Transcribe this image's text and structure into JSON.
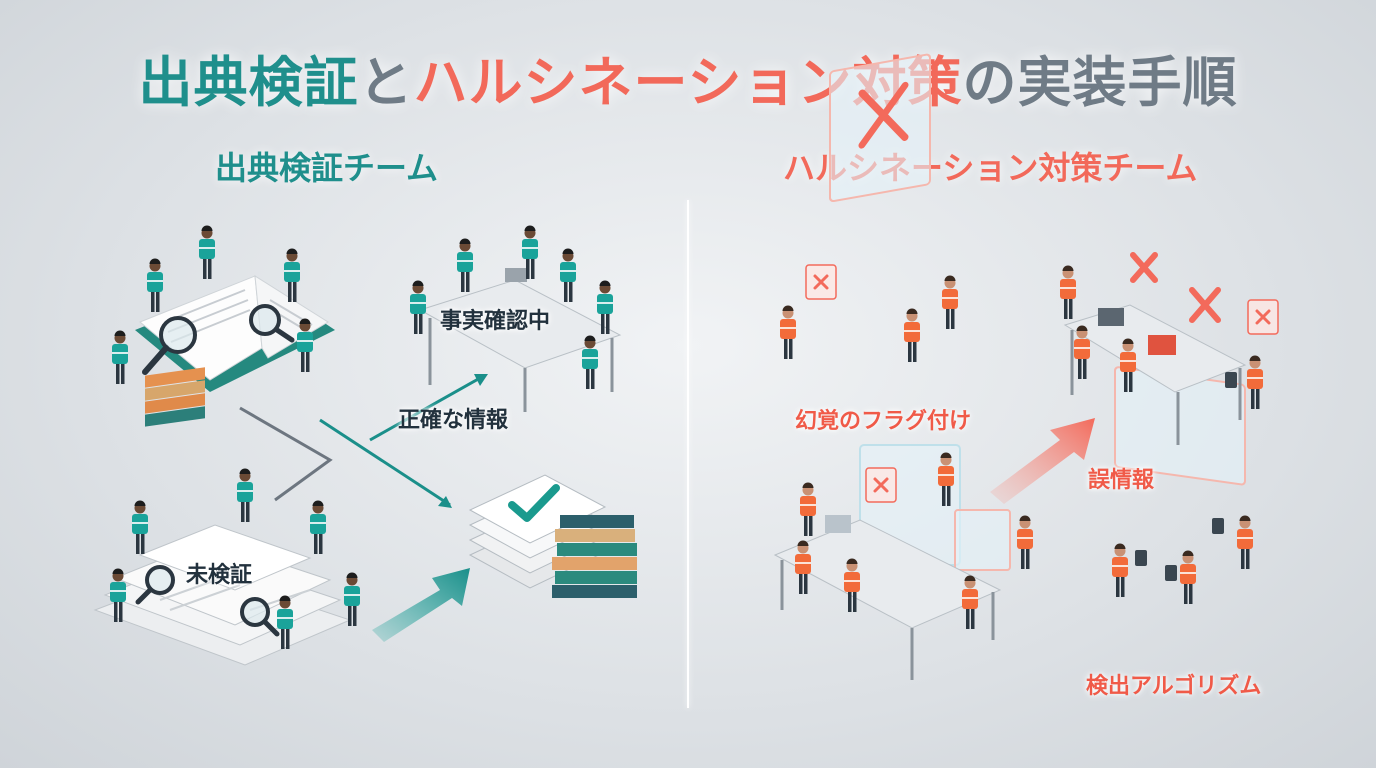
{
  "title": {
    "part1": "出典検証",
    "part2": "と",
    "part3": "ハルシネーション対策",
    "part4": "の実装手順"
  },
  "left_team": {
    "heading": "出典検証チーム",
    "labels": {
      "fact_check": "事実確認中",
      "accurate": "正確な情報",
      "unverified": "未検証"
    }
  },
  "right_team": {
    "heading": "ハルシネーション対策チーム",
    "labels": {
      "flagging": "幻覚のフラグ付け",
      "misinfo": "誤情報",
      "algorithm": "検出アルゴリズム"
    }
  },
  "colors": {
    "teal": "#1f8f8c",
    "coral": "#f2695a",
    "vest_teal": "#1aa39a",
    "vest_orange": "#f26b3a"
  }
}
